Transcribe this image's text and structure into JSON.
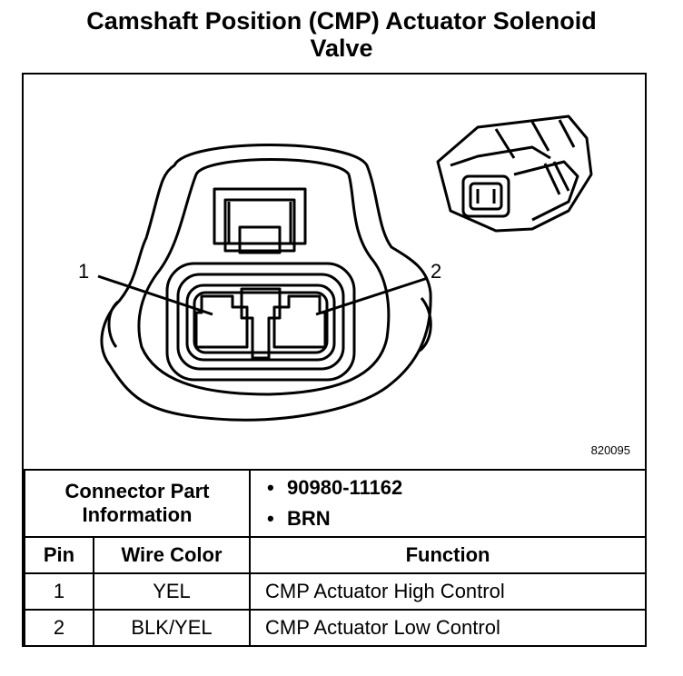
{
  "title_line1": "Camshaft Position (CMP) Actuator Solenoid",
  "title_line2": "Valve",
  "diagram": {
    "pin_labels": [
      "1",
      "2"
    ],
    "figure_code": "820095"
  },
  "connector_info": {
    "label_line1": "Connector Part",
    "label_line2": "Information",
    "items": [
      "90980-11162",
      "BRN"
    ]
  },
  "table": {
    "headers": [
      "Pin",
      "Wire Color",
      "Function"
    ],
    "rows": [
      [
        "1",
        "YEL",
        "CMP Actuator High Control"
      ],
      [
        "2",
        "BLK/YEL",
        "CMP Actuator Low Control"
      ]
    ]
  }
}
